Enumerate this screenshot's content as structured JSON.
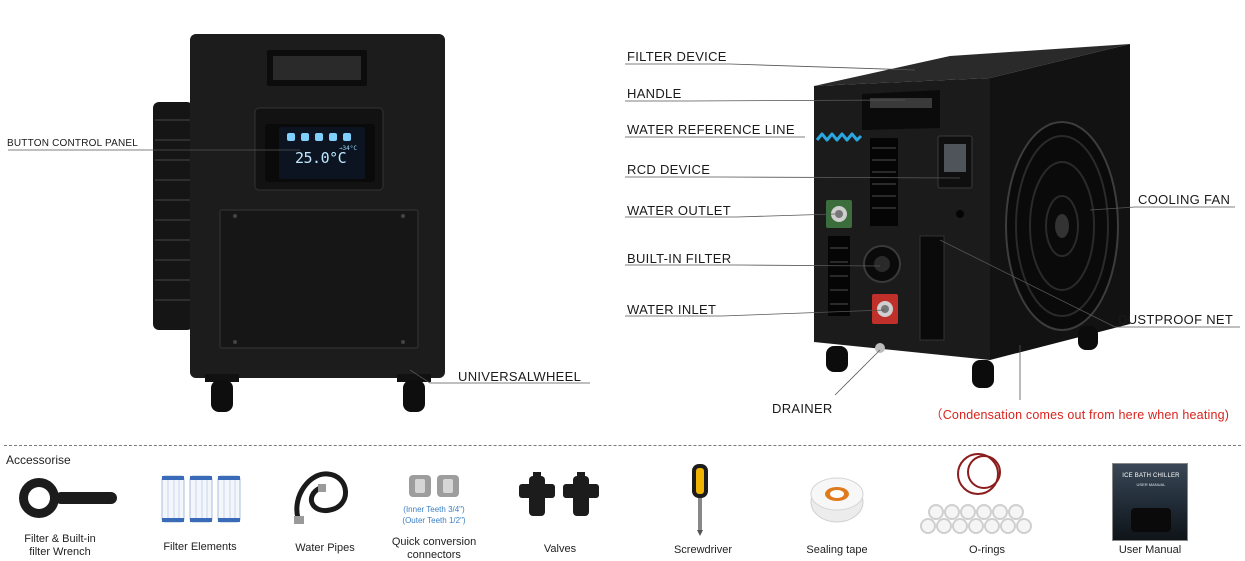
{
  "callouts": {
    "button_control_panel": "BUTTON CONTROL PANEL",
    "universal_wheel": "UNIVERSALWHEEL",
    "filter_device": "FILTER DEVICE",
    "handle": "HANDLE",
    "water_reference_line": "WATER REFERENCE LINE",
    "rcd_device": "RCD DEVICE",
    "water_outlet": "WATER OUTLET",
    "built_in_filter": "BUILT-IN FILTER",
    "water_inlet": "WATER INLET",
    "cooling_fan": "COOLING FAN",
    "dustproof_net": "DUSTPROOF NET",
    "drainer": "DRAINER",
    "condensation_note": "（Condensation comes out from here when heating)"
  },
  "display": {
    "temperature": "25.0°C",
    "set_temperature": "→34°C"
  },
  "accessories": {
    "title": "Accessorise",
    "wrench_label_line1": "Filter & Built-in",
    "wrench_label_line2": "filter Wrench",
    "filter_elements": "Filter Elements",
    "water_pipes": "Water Pipes",
    "connectors_note_line1": "(Inner Teeth 3/4\")",
    "connectors_note_line2": "(Outer Teeth 1/2\")",
    "connectors_label_line1": "Quick conversion",
    "connectors_label_line2": "connectors",
    "valves": "Valves",
    "screwdriver": "Screwdriver",
    "sealing_tape": "Sealing tape",
    "o_rings": "O-rings",
    "user_manual": "User Manual",
    "manual_cover_title": "ICE BATH CHILLER",
    "manual_cover_subtitle": "USER MANUAL"
  },
  "colors": {
    "machine_body": "#1c1c1c",
    "accent_water": "#2aa7e0",
    "note_red": "#d9231d",
    "note_blue": "#3a7fc6"
  }
}
